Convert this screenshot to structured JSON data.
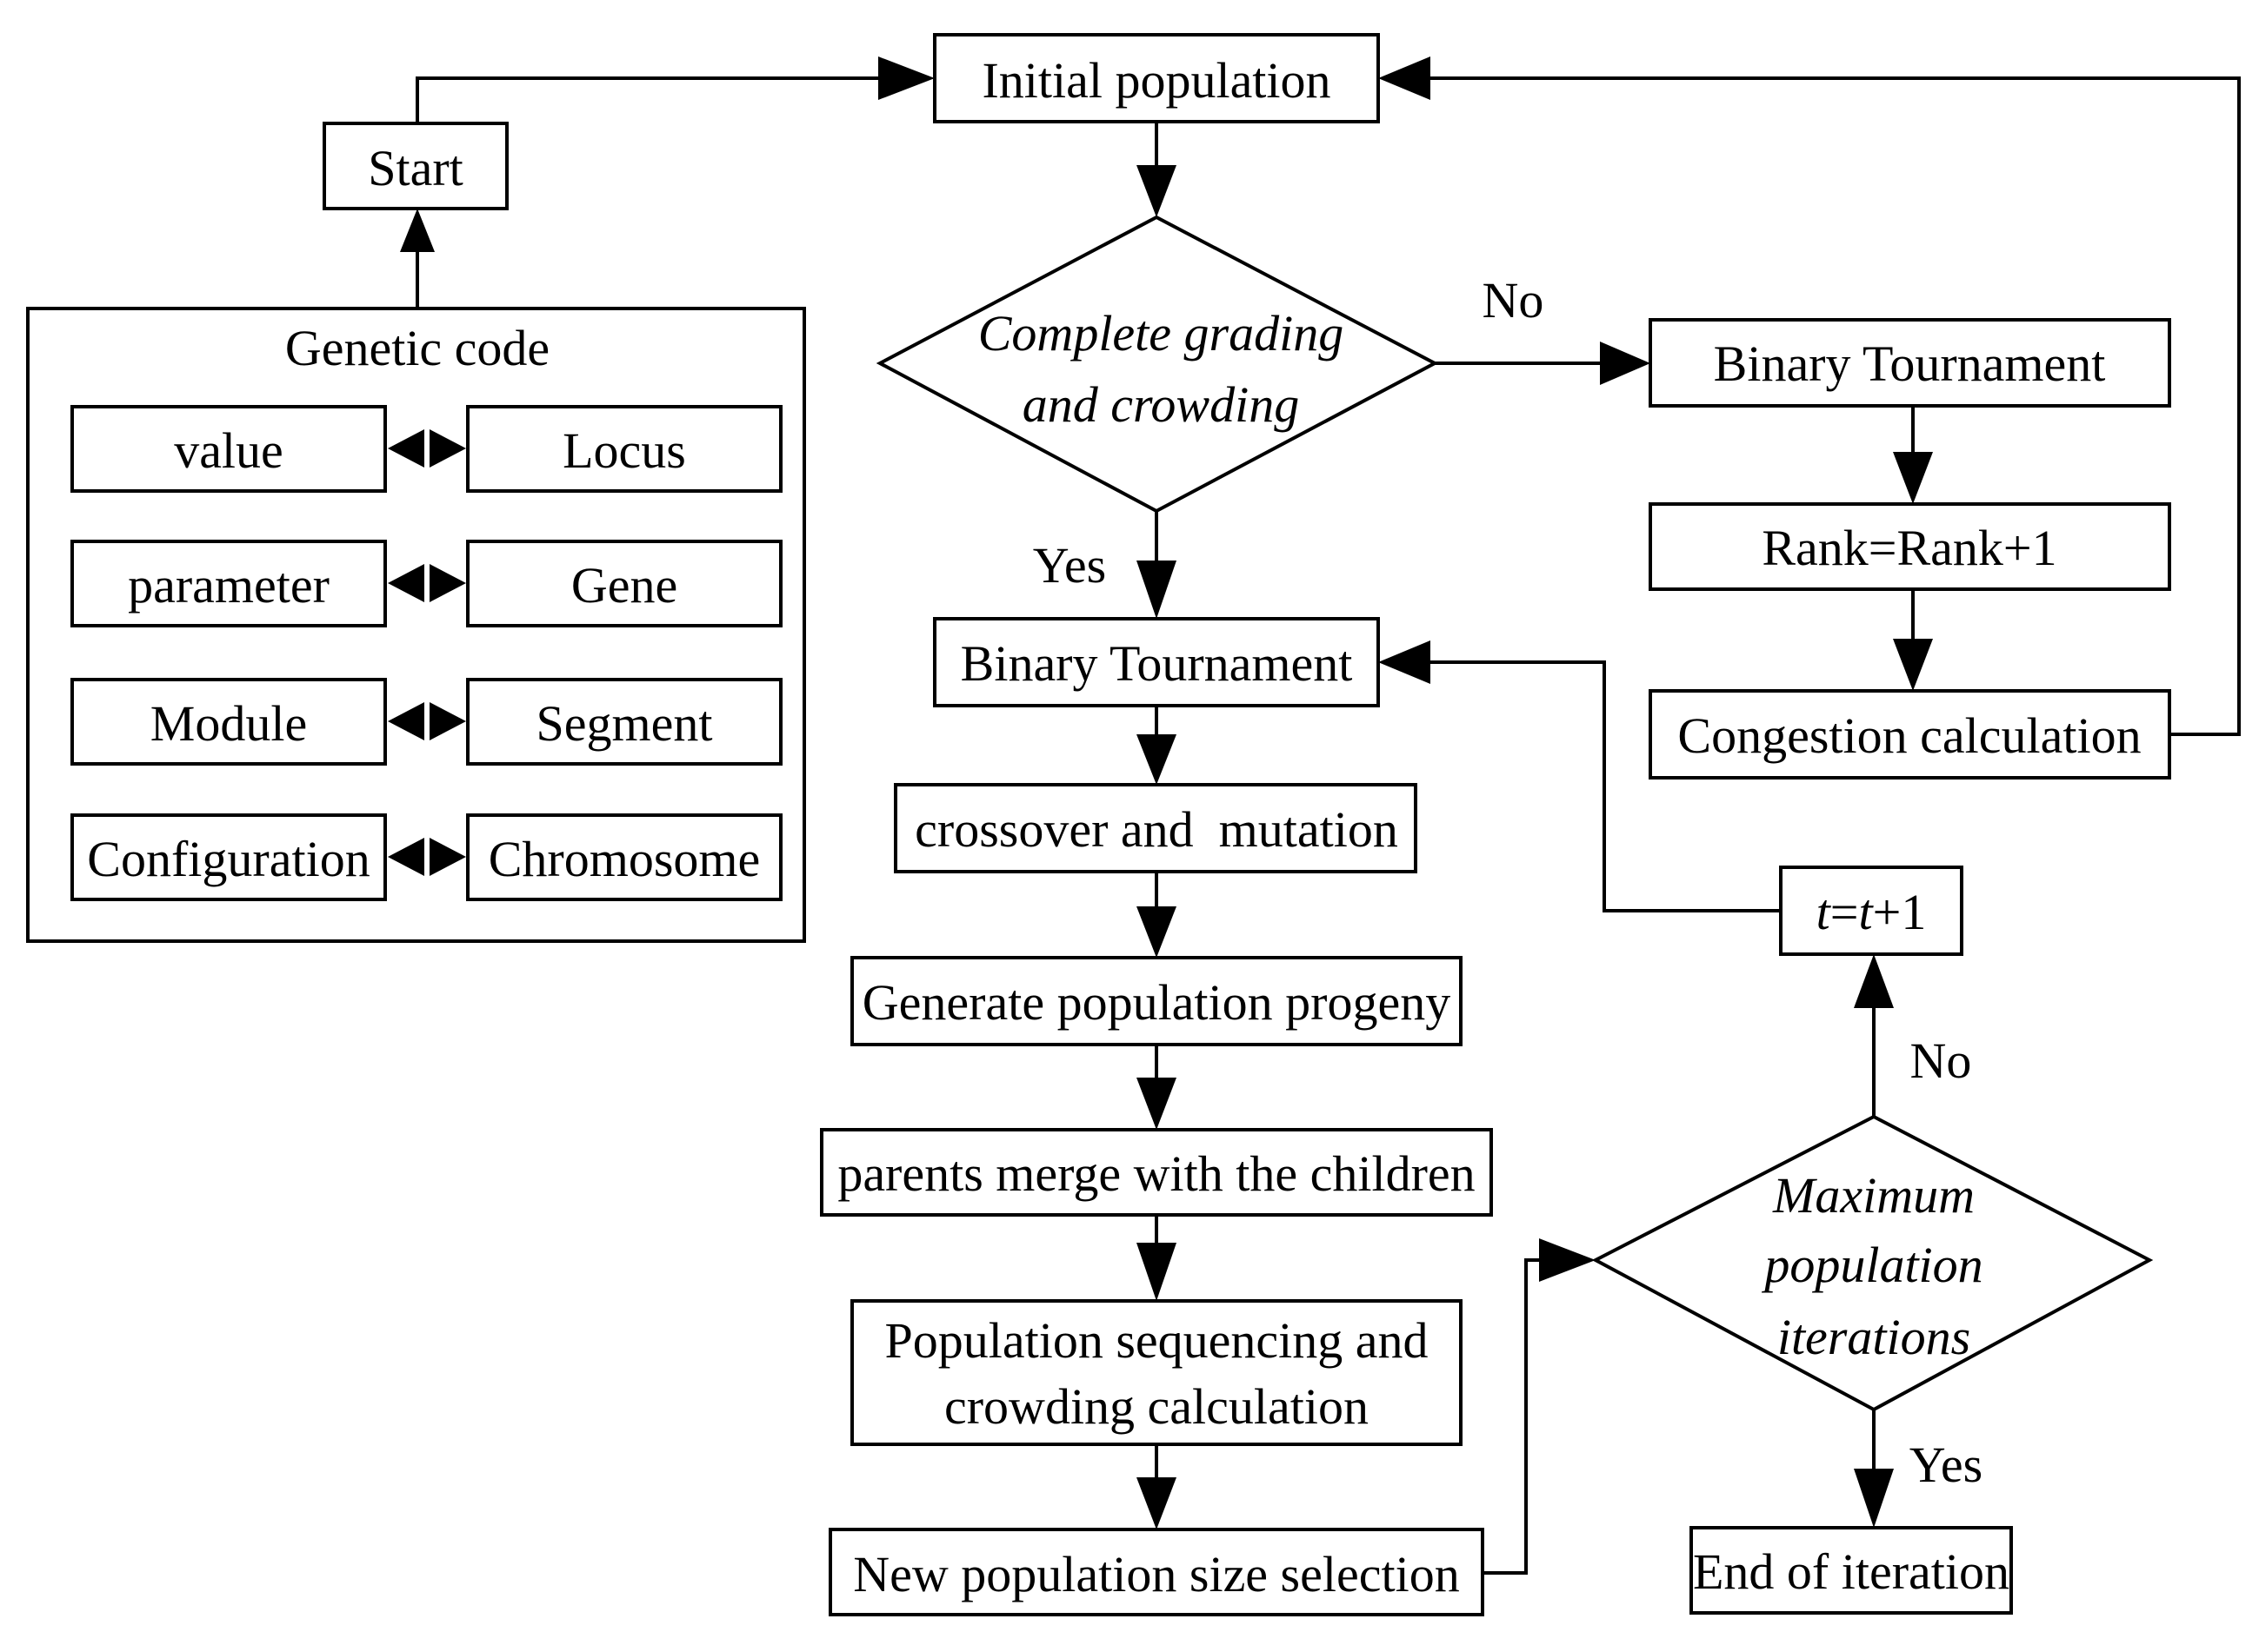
{
  "genetic_code": {
    "title": "Genetic code",
    "pairs": [
      {
        "left": "value",
        "right": "Locus"
      },
      {
        "left": "parameter",
        "right": "Gene"
      },
      {
        "left": "Module",
        "right": "Segment"
      },
      {
        "left": "Configuration",
        "right": "Chromosome"
      }
    ]
  },
  "nodes": {
    "start": "Start",
    "initial_population": "Initial population",
    "decision_grading_line1": "Complete grading",
    "decision_grading_line2": "and crowding",
    "binary_tournament_main": "Binary Tournament",
    "crossover_mutation": "crossover and  mutation",
    "generate_progeny": "Generate population progeny",
    "merge": "parents merge with the children",
    "sequencing_line1": "Population sequencing and",
    "sequencing_line2": "crowding calculation",
    "new_population": "New population size selection",
    "binary_tournament_right": "Binary Tournament",
    "rank": "Rank=Rank+1",
    "congestion": "Congestion calculation",
    "decision_max_line1": "Maximum",
    "decision_max_line2": "population",
    "decision_max_line3": "iterations",
    "t_var": "t",
    "t_eq": "=",
    "t_var2": "t",
    "t_plus": "+1",
    "end": "End of iteration"
  },
  "edge_labels": {
    "grading_no": "No",
    "grading_yes": "Yes",
    "max_no": "No",
    "max_yes": "Yes"
  }
}
